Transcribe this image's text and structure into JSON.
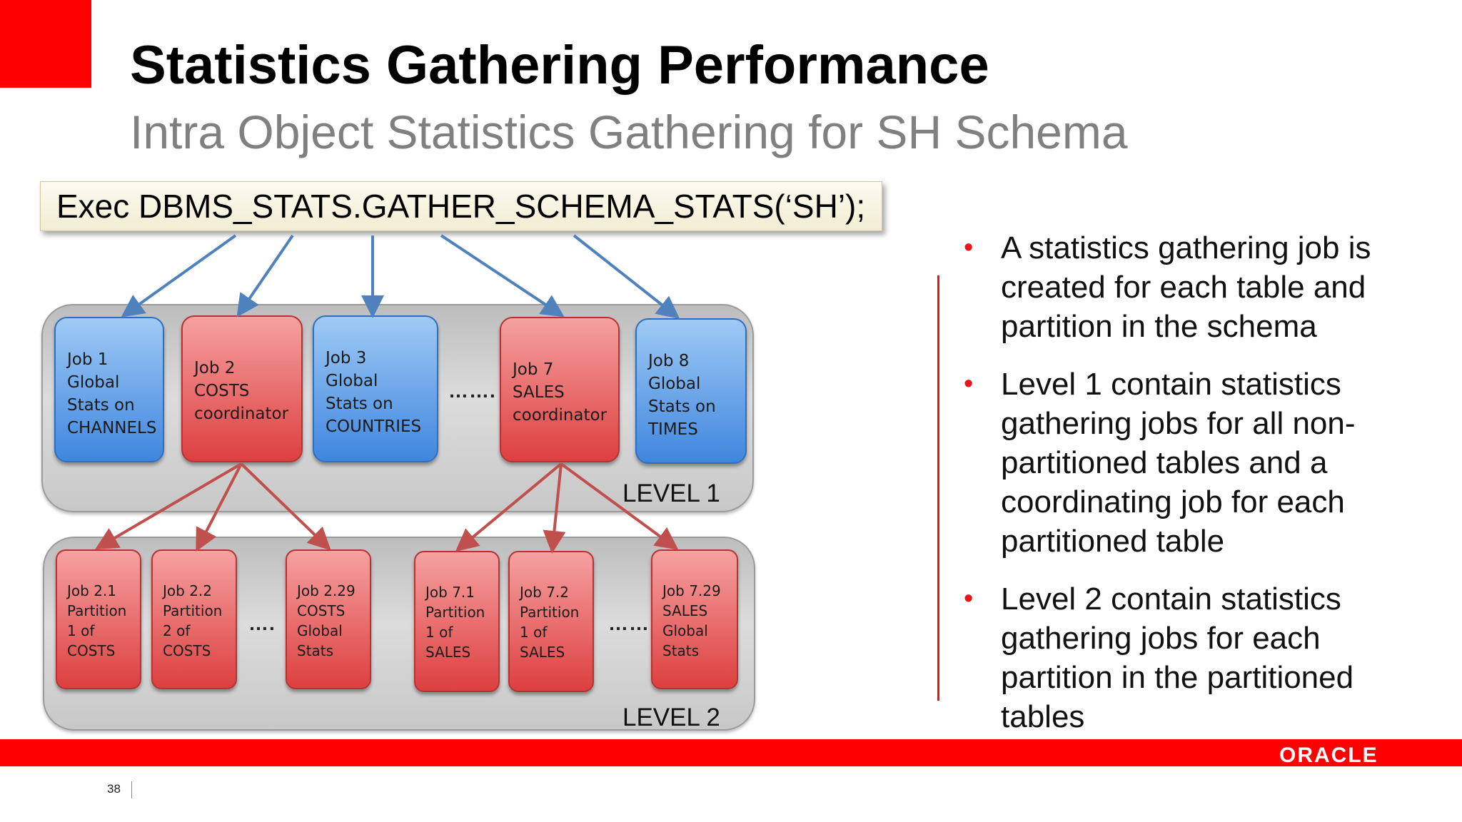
{
  "slide": {
    "title": "Statistics Gathering Performance",
    "subtitle": "Intra Object Statistics Gathering for SH Schema",
    "command": "Exec DBMS_STATS.GATHER_SCHEMA_STATS(‘SH’);",
    "page_number": "38",
    "logo_text": "ORACLE"
  },
  "colors": {
    "accent_red": "#ff0000",
    "job_blue": "#4a90e2",
    "job_red": "#e04848"
  },
  "level1": {
    "label": "LEVEL 1",
    "jobs": [
      {
        "text": "Job 1\nGlobal\nStats on\nCHANNELS"
      },
      {
        "text": "Job 2\nCOSTS\ncoordinator"
      },
      {
        "text": "Job 3\nGlobal\nStats on\nCOUNTRIES"
      },
      {
        "text": "Job 7\nSALES\ncoordinator"
      },
      {
        "text": "Job 8\nGlobal\nStats on\nTIMES"
      }
    ],
    "ellipsis": "……."
  },
  "level2": {
    "label": "LEVEL 2",
    "jobs": [
      {
        "text": "Job 2.1\nPartition\n1 of\nCOSTS"
      },
      {
        "text": "Job 2.2\nPartition\n2 of\nCOSTS"
      },
      {
        "text": "Job 2.29\nCOSTS\nGlobal\nStats"
      },
      {
        "text": "Job 7.1\nPartition\n1 of\nSALES"
      },
      {
        "text": "Job 7.2\nPartition\n1 of\nSALES"
      },
      {
        "text": "Job 7.29\nSALES\nGlobal\nStats"
      }
    ],
    "ellipsis_a": "….",
    "ellipsis_b": "……"
  },
  "bullets": [
    "A statistics gathering job is created for each table and partition in the schema",
    "Level 1 contain statistics gathering jobs for all non-partitioned tables and a coordinating job for each partitioned table",
    "Level 2 contain statistics gathering jobs for each partition in the partitioned tables"
  ]
}
